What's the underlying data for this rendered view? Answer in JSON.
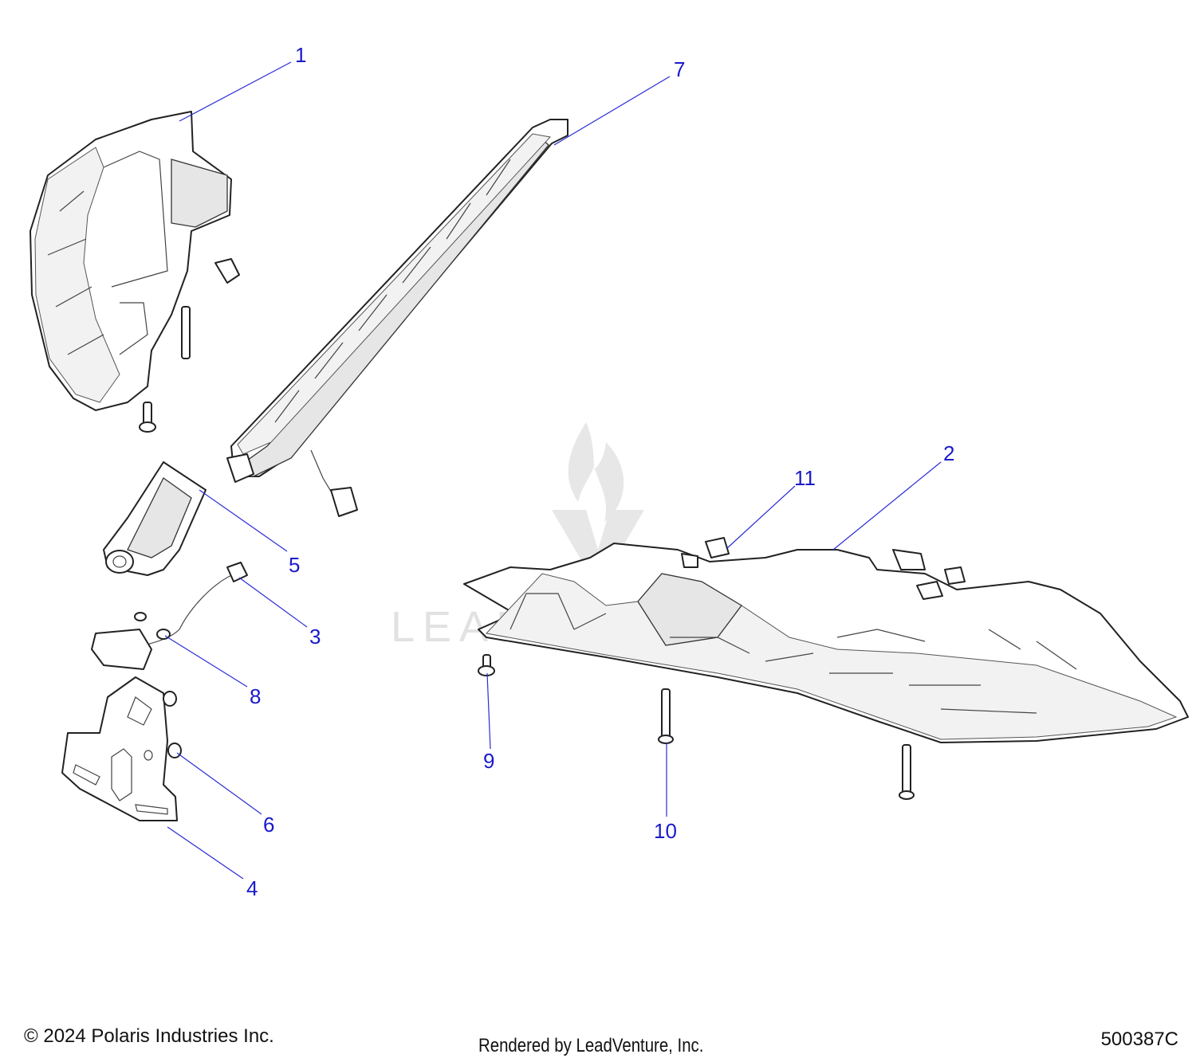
{
  "callouts": [
    {
      "label": "1"
    },
    {
      "label": "2"
    },
    {
      "label": "3"
    },
    {
      "label": "4"
    },
    {
      "label": "5"
    },
    {
      "label": "6"
    },
    {
      "label": "7"
    },
    {
      "label": "8"
    },
    {
      "label": "9"
    },
    {
      "label": "10"
    },
    {
      "label": "11"
    }
  ],
  "watermark": {
    "text": "LEADVENTURE"
  },
  "footer": {
    "copyright": "© 2024 Polaris Industries Inc.",
    "rendered_by": "Rendered by LeadVenture, Inc.",
    "diagram_id": "500387C"
  },
  "colors": {
    "callout": "#1a1acc",
    "leader": "#2b2bd6",
    "linework": "#222222"
  }
}
